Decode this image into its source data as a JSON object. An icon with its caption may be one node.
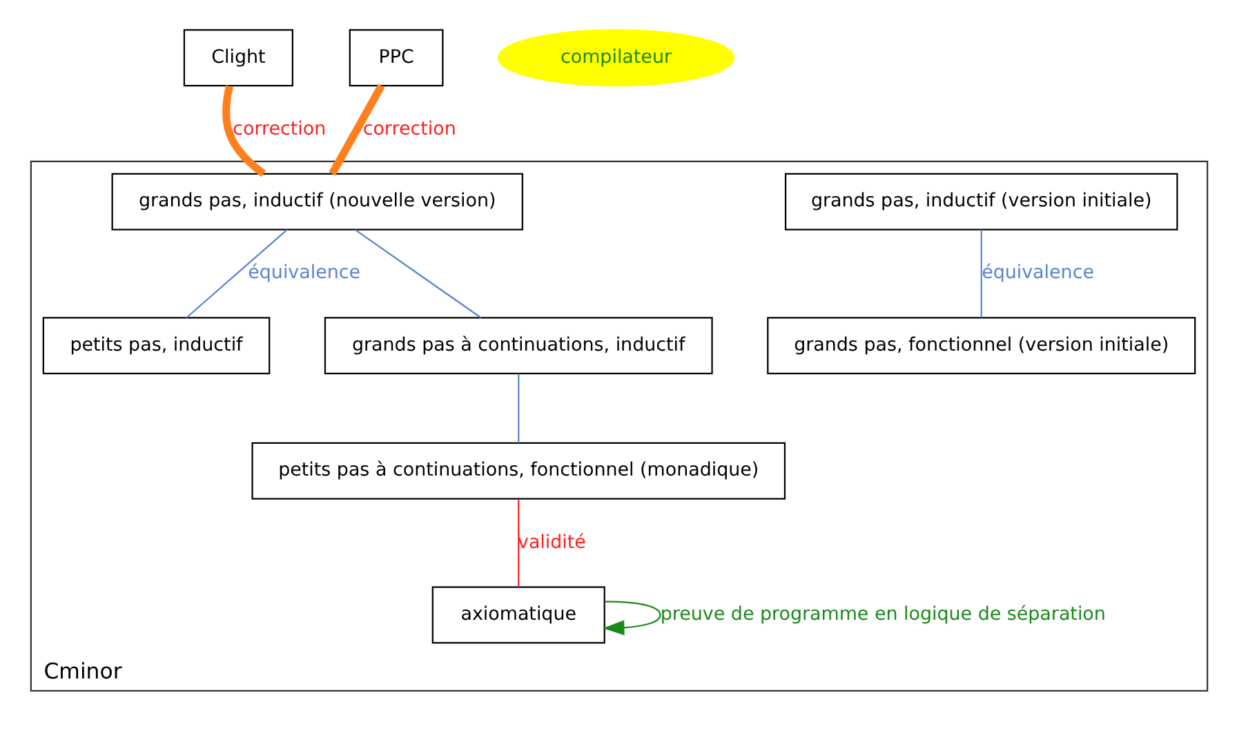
{
  "diagram": {
    "nodes": [
      {
        "text": [
          "Cminor"
        ]
      },
      {
        "text": [
          "grands pas, inductif (version initiale)"
        ],
        "in": 0
      },
      {
        "text": [
          "grands pas, fonctionnel (version initiale)"
        ],
        "in": 0
      },
      {
        "text": [
          "Clight"
        ]
      },
      {
        "text": [
          "compilateur"
        ]
      },
      {
        "text": [
          "grands pas, inductif (nouvelle version)"
        ],
        "in": 0
      },
      {
        "text": [
          "PPC"
        ]
      },
      {
        "text": [
          "petits pas, inductif"
        ],
        "in": 0
      },
      {
        "text": [
          "grands pas à continuations, inductif"
        ],
        "in": 0
      },
      {
        "text": [
          "petits pas à continuations, fonctionnel (monadique)"
        ],
        "in": 0
      },
      {
        "text": [
          "axiomatique"
        ],
        "in": 0
      }
    ],
    "edges": [
      {
        "from": 1,
        "to": 2,
        "arrow": "none",
        "label": "équivalence"
      },
      {
        "from": 3,
        "to": 5,
        "arrow": "none",
        "label": "correction",
        "style": "thick",
        "color": "#ff7f1e"
      },
      {
        "from": 6,
        "to": 5,
        "arrow": "none",
        "label": "correction",
        "style": "thick",
        "color": "#ff7f1e"
      },
      {
        "from": 5,
        "to": 7,
        "arrow": "none",
        "label": "équivalence"
      },
      {
        "from": 5,
        "to": 8,
        "arrow": "none"
      },
      {
        "from": 8,
        "to": 9,
        "arrow": "none"
      },
      {
        "from": 9,
        "to": 10,
        "arrow": "none",
        "label": "validité",
        "color": "#ff2020"
      },
      {
        "from": 10,
        "to": 10,
        "arrow": "to",
        "label": "preuve de programme en logique de séparation",
        "color": "#1a8a1a"
      }
    ]
  }
}
